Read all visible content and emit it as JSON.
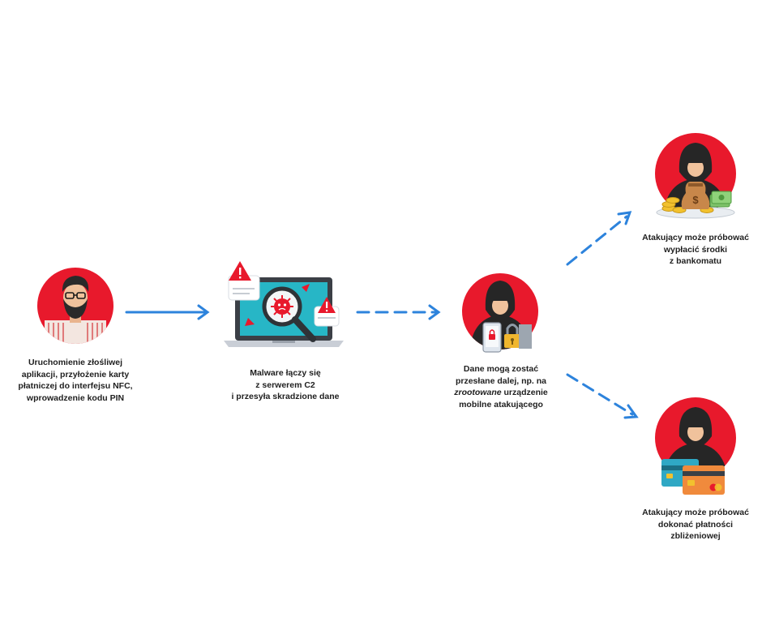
{
  "colors": {
    "accent_red": "#e8192c",
    "arrow_blue": "#2d83dc",
    "hood_dark": "#262626",
    "screen_teal": "#27b6c6"
  },
  "icons": {
    "victim": "man-with-glasses-icon",
    "laptop": "infected-laptop-icon",
    "hacker_phone": "hacker-with-phone-icon",
    "hacker_money": "hacker-with-money-icon",
    "hacker_cards": "hacker-with-cards-icon"
  },
  "nodes": {
    "victim": {
      "lines": [
        "Uruchomienie złośliwej",
        "aplikacji, przyłożenie karty",
        "płatniczej do interfejsu NFC,",
        "wprowadzenie kodu PIN"
      ]
    },
    "malware": {
      "lines": [
        "Malware łączy się",
        "z serwerem C2",
        "i przesyła skradzione dane"
      ]
    },
    "relay": {
      "line1": "Dane mogą zostać",
      "line2": "przesłane dalej, np. na",
      "line3_italic": "zrootowane",
      "line3_rest": " urządzenie",
      "line4": "mobilne atakującego"
    },
    "atm": {
      "lines": [
        "Atakujący może próbować",
        "wypłacić środki",
        "z bankomatu"
      ]
    },
    "contactless": {
      "lines": [
        "Atakujący może próbować",
        "dokonać płatności",
        "zbliżeniowej"
      ]
    }
  }
}
